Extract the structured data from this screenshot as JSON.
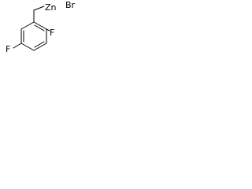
{
  "molecule": {
    "atoms": {
      "zinc": "Zn",
      "bromine": "Br",
      "fluorine_ortho": "F",
      "fluorine_para": "F"
    },
    "bond_color": "#000000",
    "label_color": "#000000",
    "background": "#ffffff"
  }
}
